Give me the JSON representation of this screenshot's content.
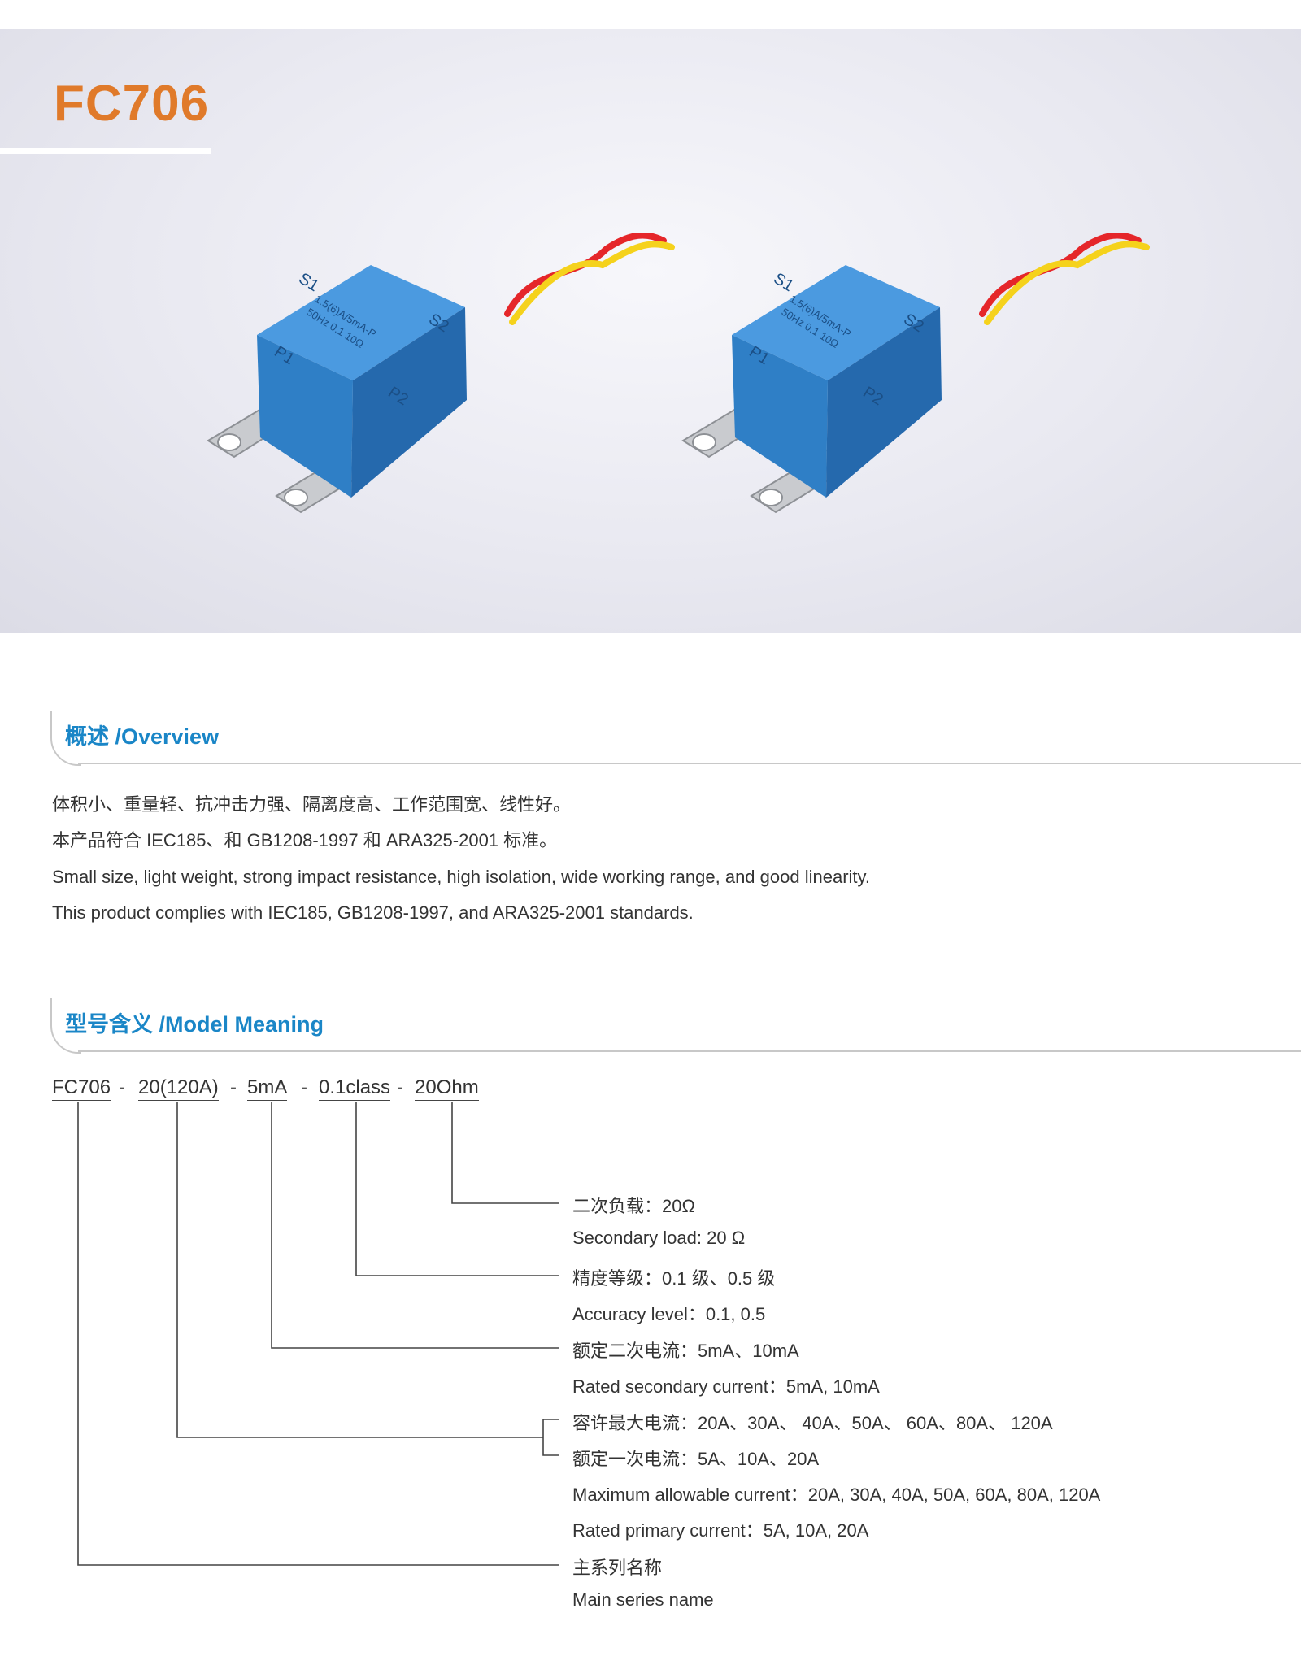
{
  "header": {
    "title": "FC706"
  },
  "product_image": {
    "label_s1": "S1",
    "label_s2": "S2",
    "label_p1": "P1",
    "label_p2": "P2",
    "label_line1": "1.5(6)A/5mA-P",
    "label_line2": "50Hz 0.1 10Ω",
    "body_color": "#2e7fc8",
    "wire_colors": [
      "#e5262a",
      "#f5d21c"
    ]
  },
  "overview": {
    "heading": "概述 /Overview",
    "lines": [
      "体积小、重量轻、抗冲击力强、隔离度高、工作范围宽、线性好。",
      "本产品符合 IEC185、和 GB1208-1997 和 ARA325-2001 标准。",
      "Small size, light weight, strong impact resistance, high isolation, wide working range, and good linearity.",
      "This product complies with IEC185, GB1208-1997, and ARA325-2001 standards."
    ]
  },
  "model": {
    "heading": "型号含义 /Model Meaning",
    "codes": [
      "FC706",
      "20(120A)",
      "5mA",
      "0.1class",
      "20Ohm"
    ],
    "separator": "-",
    "descriptions": [
      "二次负载：20Ω",
      "Secondary load: 20 Ω",
      "精度等级：0.1 级、0.5 级",
      "Accuracy level：0.1, 0.5",
      "额定二次电流：5mA、10mA",
      "Rated secondary current：5mA, 10mA",
      "容许最大电流：20A、30A、 40A、50A、 60A、80A、 120A",
      "额定一次电流：5A、10A、20A",
      "Maximum allowable current：20A, 30A, 40A, 50A, 60A, 80A, 120A",
      "Rated primary current：5A, 10A, 20A",
      "主系列名称",
      "Main series name"
    ]
  },
  "colors": {
    "accent_orange": "#e07a2a",
    "accent_blue": "#1a86c7"
  }
}
